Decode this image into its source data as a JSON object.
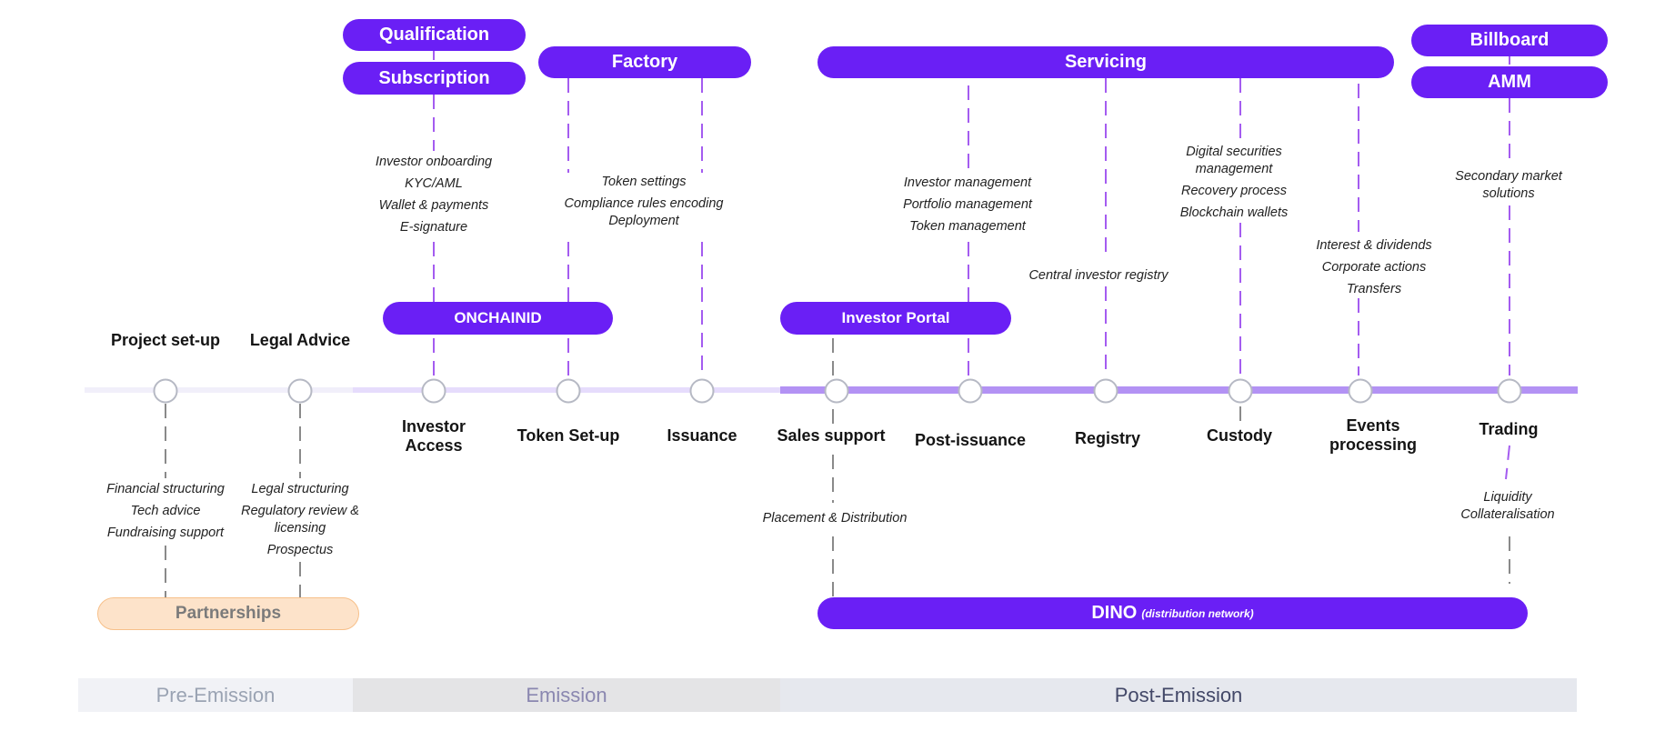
{
  "phases": {
    "pre": "Pre-Emission",
    "emission": "Emission",
    "post": "Post-Emission"
  },
  "modules": {
    "qualification": "Qualification",
    "subscription": "Subscription",
    "factory": "Factory",
    "servicing": "Servicing",
    "billboard": "Billboard",
    "amm": "AMM",
    "onchainid": "ONCHAINID",
    "investor_portal": "Investor Portal",
    "partnerships": "Partnerships",
    "dino": "DINO",
    "dino_sub": "(distribution network)"
  },
  "steps": [
    {
      "label": "Project set-up"
    },
    {
      "label": "Legal Advice"
    },
    {
      "label": "Investor Access"
    },
    {
      "label": "Token Set-up"
    },
    {
      "label": "Issuance"
    },
    {
      "label": "Sales support"
    },
    {
      "label": "Post-issuance"
    },
    {
      "label": "Registry"
    },
    {
      "label": "Custody"
    },
    {
      "label": "Events processing"
    },
    {
      "label": "Trading"
    }
  ],
  "descriptions": {
    "project_setup": [
      "Financial structuring",
      "Tech advice",
      "Fundraising support"
    ],
    "legal_advice": [
      "Legal structuring",
      "Regulatory review & licensing",
      "Prospectus"
    ],
    "investor_access": [
      "Investor onboarding",
      "KYC/AML",
      "Wallet & payments",
      "E-signature"
    ],
    "token_setup": [
      "Token settings",
      "Compliance rules encoding",
      "Deployment"
    ],
    "sales_support": [
      "Placement & Distribution"
    ],
    "post_issuance": [
      "Investor management",
      "Portfolio management",
      "Token management"
    ],
    "registry": [
      "Central investor registry"
    ],
    "custody": [
      "Digital securities management",
      "Recovery process",
      "Blockchain wallets"
    ],
    "events": [
      "Interest & dividends",
      "Corporate actions",
      "Transfers"
    ],
    "trading_top": [
      "Secondary market solutions"
    ],
    "trading_bottom": [
      "Liquidity",
      "Collateralisation"
    ]
  },
  "colors": {
    "accent": "#6a1ff5",
    "dash": "#a45cf0",
    "gray_dash": "#8a8a8a",
    "line_pre": "#f1effa",
    "line_emission": "#e6dcfc",
    "line_post": "#b392f4"
  }
}
